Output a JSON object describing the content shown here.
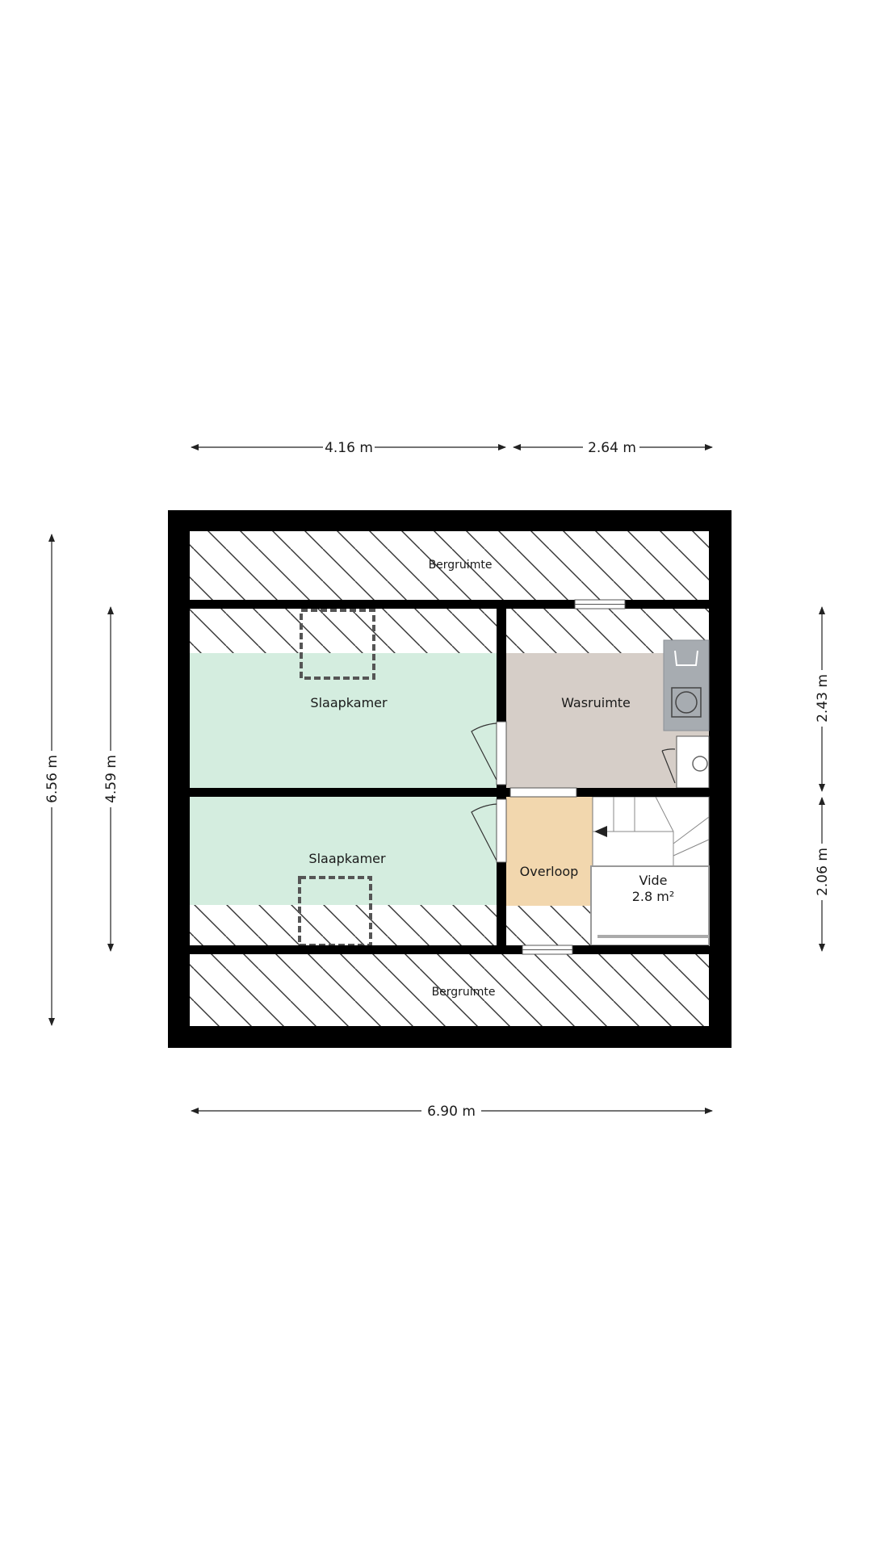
{
  "dimensions": {
    "top_left": "4.16 m",
    "top_right": "2.64 m",
    "bottom": "6.90 m",
    "left_outer": "6.56 m",
    "left_inner": "4.59 m",
    "right_upper": "2.43 m",
    "right_lower": "2.06 m"
  },
  "rooms": {
    "storage_top": "Bergruimte",
    "bedroom_top": "Slaapkamer",
    "laundry": "Wasruimte",
    "bedroom_bottom": "Slaapkamer",
    "landing": "Overloop",
    "void_name": "Vide",
    "void_area": "2.8 m²",
    "storage_bottom": "Bergruimte"
  },
  "colors": {
    "bedroom": "#d4eddf",
    "laundry": "#d6cec8",
    "landing": "#f2d7ae",
    "wall": "#000000",
    "appliance": "#a7acb1"
  }
}
